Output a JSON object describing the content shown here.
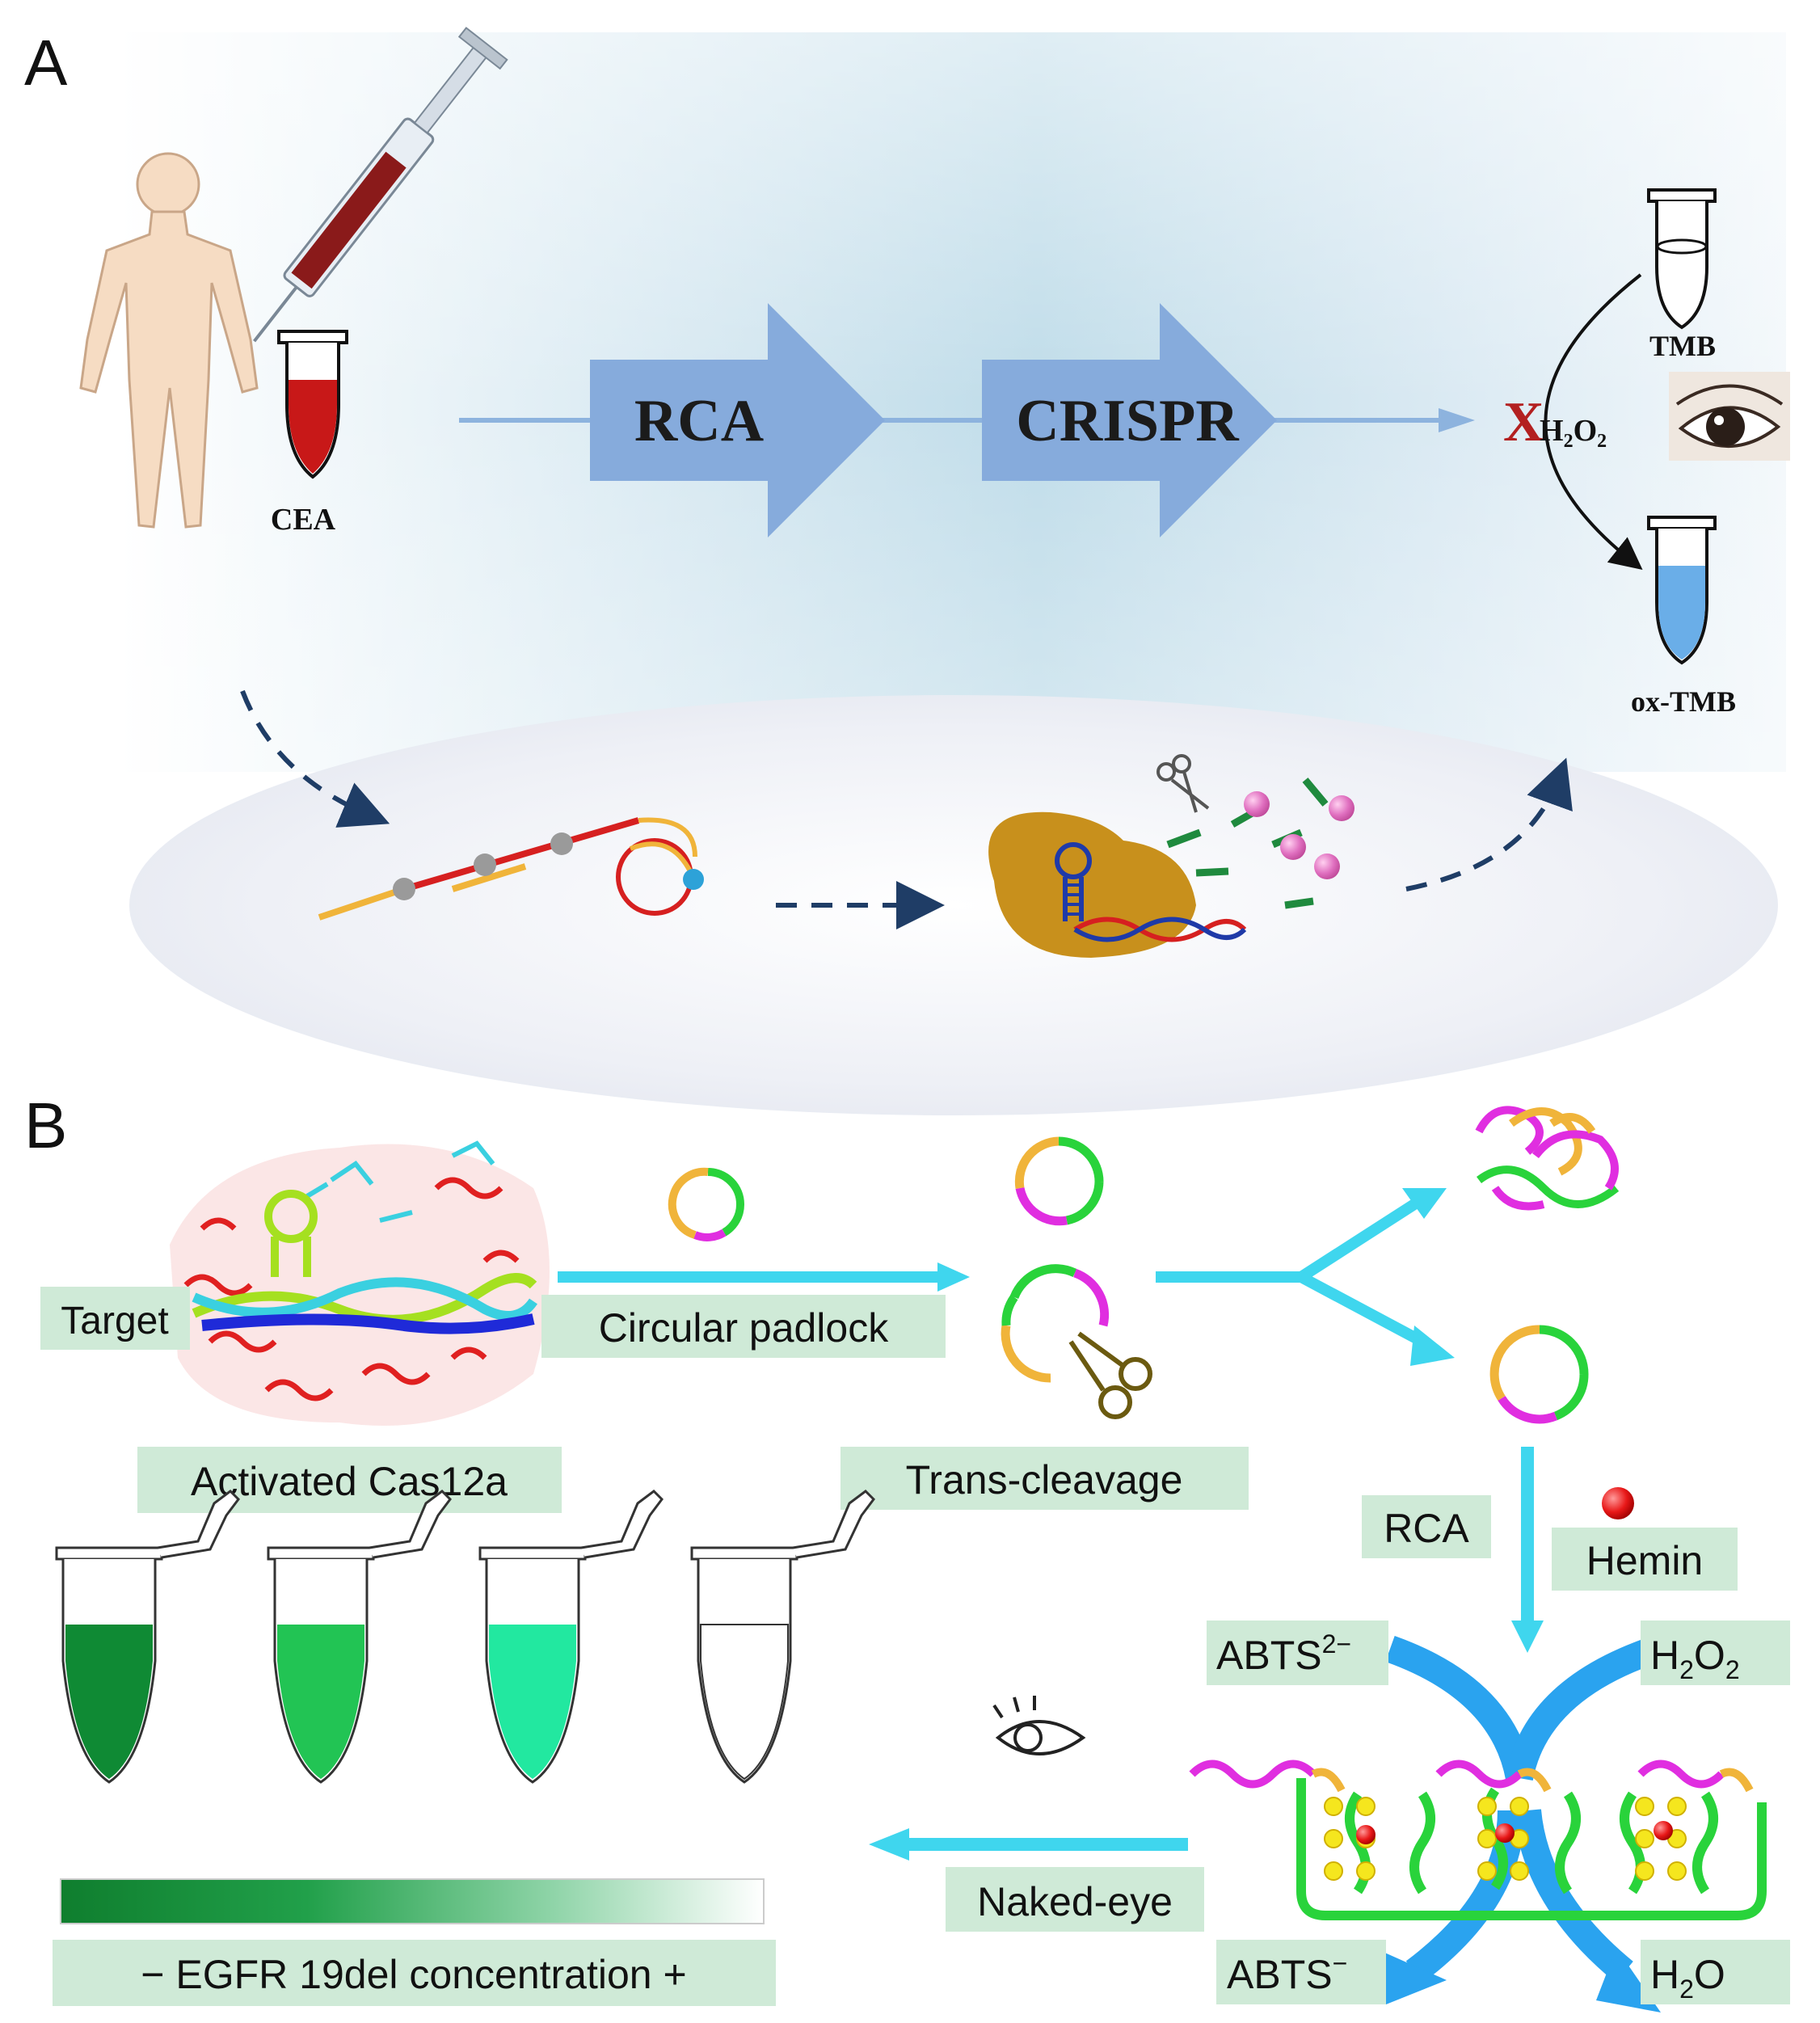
{
  "panel_a": {
    "letter": "A",
    "sample_label": "CEA",
    "step1_label": "RCA",
    "step2_label": "CRISPR",
    "reagent_h2o2": "H",
    "reagent_h2o2_sub1": "2",
    "reagent_h2o2_o": "O",
    "reagent_h2o2_sub2": "2",
    "tube_top_label": "TMB",
    "tube_bottom_label": "ox-TMB",
    "colors": {
      "arrow": "#8db3de",
      "line": "#7fb0dc",
      "blood": "#c81818",
      "oxtmb": "#6aaee8",
      "cas": "#c8901c"
    },
    "icons": [
      "human-body-icon",
      "syringe-icon",
      "tube-icon",
      "eye-icon",
      "scissors-icon"
    ]
  },
  "panel_b": {
    "letter": "B",
    "target_label": "Target",
    "activated_label": "Activated Cas12a",
    "padlock_label": "Circular padlock",
    "trans_label": "Trans-cleavage",
    "rca_label": "RCA",
    "hemin_label": "Hemin",
    "abts2_label": "ABTS",
    "abts2_sup": "2−",
    "h2o2_label_h": "H",
    "h2o2_label_sub1": "2",
    "h2o2_label_o": "O",
    "h2o2_label_sub2": "2",
    "abts_label": "ABTS",
    "abts_sup": "−",
    "h2o_label_h": "H",
    "h2o_label_sub": "2",
    "h2o_label_o": "O",
    "nakedeye_label": "Naked-eye",
    "concentration_label": "− EGFR 19del concentration +",
    "tube_colors": [
      "#0f8a34",
      "#22c454",
      "#22e8a0",
      "#ffffff"
    ],
    "colors": {
      "cyan": "#3fd6ee",
      "blue": "#2aa3ef",
      "green": "#29d33b",
      "orange": "#f0b43a",
      "magenta": "#e02ee0",
      "label_bg": "#cfead7"
    }
  }
}
